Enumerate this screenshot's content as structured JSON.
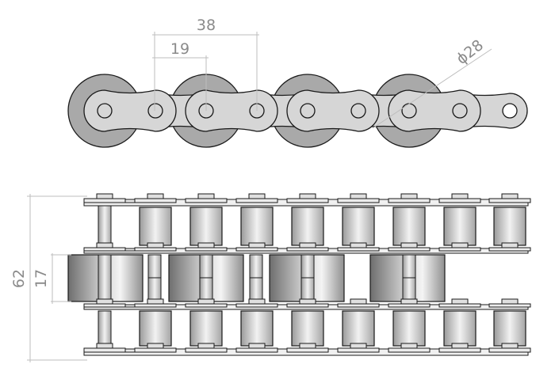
{
  "dimensions": {
    "pitch_double": "38",
    "pitch": "19",
    "roller_diameter": "ϕ28",
    "overall_width": "62",
    "roller_width": "17"
  },
  "colors": {
    "outline": "#1a1a1a",
    "plate_fill": "#d6d6d6",
    "roller_fill": "#a9a9a9",
    "dimension_line": "#bdbdbd",
    "dimension_text": "#8a8a8a"
  }
}
